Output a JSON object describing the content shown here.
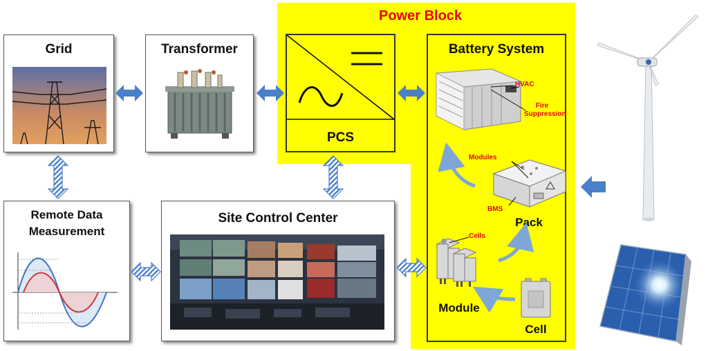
{
  "power_block": {
    "title": "Power Block"
  },
  "grid": {
    "title": "Grid"
  },
  "transformer": {
    "title": "Transformer"
  },
  "pcs": {
    "title": "PCS"
  },
  "battery_system": {
    "title": "Battery System",
    "callouts": [
      "HVAC",
      "Fire Suppression"
    ]
  },
  "pack": {
    "title": "Pack",
    "callouts": [
      "Modules",
      "BMS"
    ]
  },
  "module": {
    "title": "Module",
    "callouts": [
      "Cells"
    ]
  },
  "cell": {
    "title": "Cell"
  },
  "remote_data": {
    "title_line1": "Remote Data",
    "title_line2": "Measurement"
  },
  "site_control": {
    "title": "Site Control Center"
  },
  "colors": {
    "power_block_bg": "#ffff00",
    "label_red": "#e30613",
    "arrow_blue": "#4a7fc9"
  },
  "icons": [
    "double-arrow-icon",
    "hatched-double-arrow-icon",
    "wind-turbine-icon",
    "solar-panel-icon",
    "curved-arrow-icon"
  ]
}
